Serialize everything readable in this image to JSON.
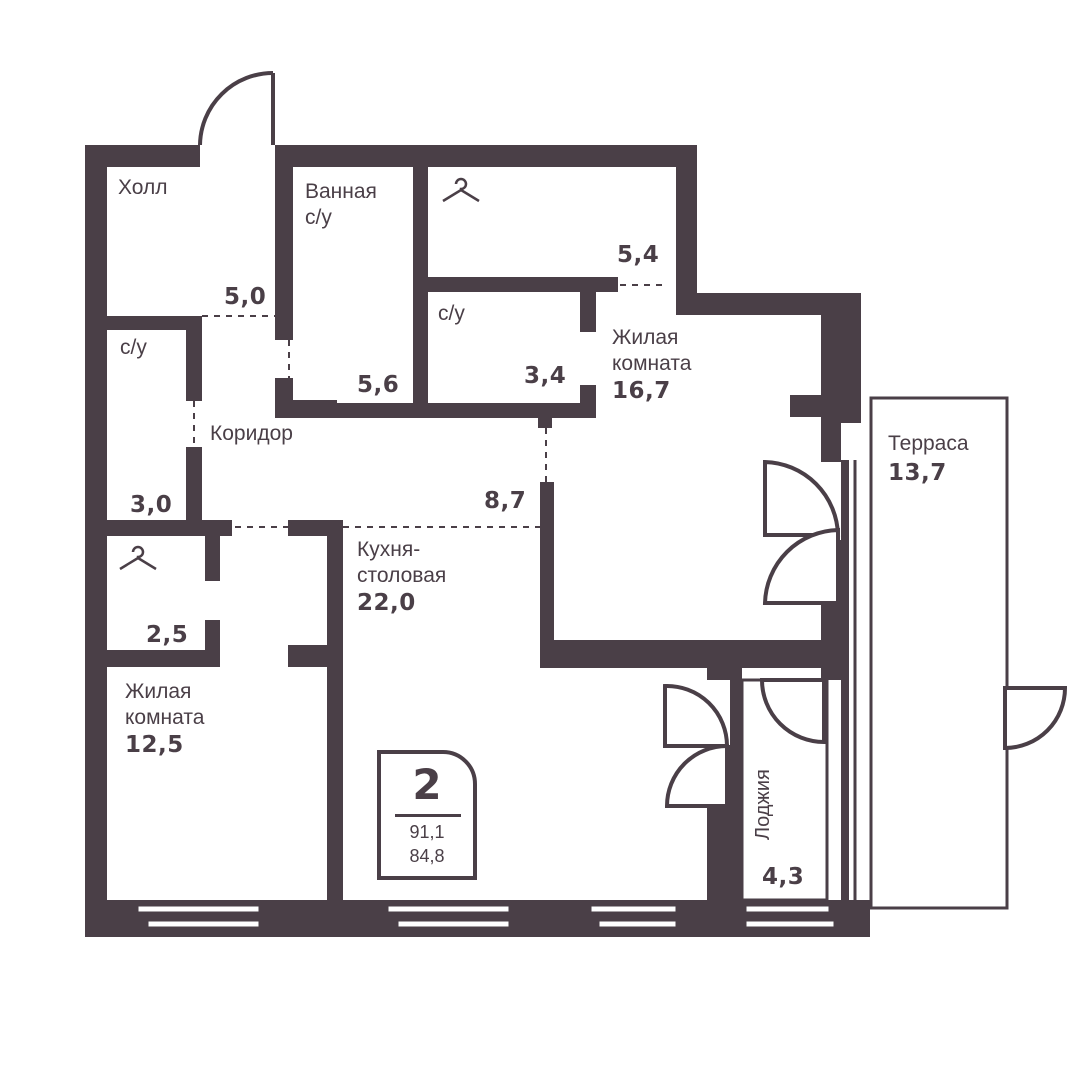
{
  "colors": {
    "wall": "#4a3f47",
    "background": "#ffffff"
  },
  "rooms": {
    "hall": {
      "name": "Холл",
      "area": "5,0"
    },
    "bathroom": {
      "name": "Ванная\nс/у",
      "name_line1": "Ванная",
      "name_line2": "с/у",
      "area": "5,6"
    },
    "wardrobe_top": {
      "icon": "hanger-icon",
      "area": "5,4"
    },
    "wc_center": {
      "name": "с/у",
      "area": "3,4"
    },
    "living_big": {
      "name_line1": "Жилая",
      "name_line2": "комната",
      "area": "16,7"
    },
    "wc_left": {
      "name": "с/у",
      "area": "3,0"
    },
    "corridor": {
      "name": "Коридор",
      "area": "8,7"
    },
    "wardrobe_left": {
      "icon": "hanger-icon",
      "area": "2,5"
    },
    "kitchen": {
      "name_line1": "Кухня-",
      "name_line2": "столовая",
      "area": "22,0"
    },
    "living_small": {
      "name_line1": "Жилая",
      "name_line2": "комната",
      "area": "12,5"
    },
    "terrace": {
      "name": "Терраса",
      "area": "13,7"
    },
    "loggia": {
      "name": "Лоджия",
      "area": "4,3"
    }
  },
  "summary": {
    "rooms": "2",
    "total_area": "91,1",
    "living_area": "84,8"
  }
}
